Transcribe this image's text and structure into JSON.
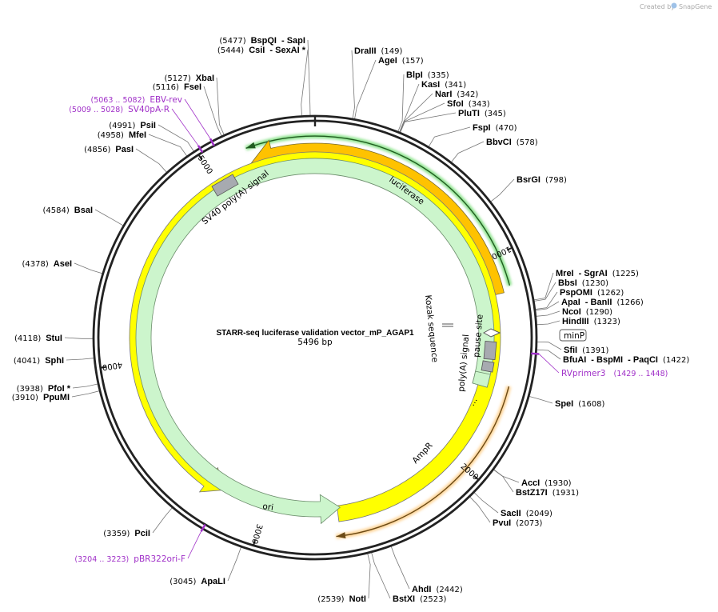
{
  "credit": {
    "prefix": "Created by",
    "brand": "SnapGene"
  },
  "plasmid": {
    "name": "STARR-seq luciferase validation vector_mP_AGAP1",
    "size": "5496 bp",
    "length": 5496
  },
  "colors": {
    "luciferase": "#ffc200",
    "ori": "#ffff00",
    "ampr": "#ccf5cc",
    "gray": "#a7aab0",
    "primer": "#a030c8",
    "green_glow": "#00c000",
    "orange_glow": "#ffb040"
  },
  "ticks": [
    {
      "bp": 1000,
      "label": "1000"
    },
    {
      "bp": 2000,
      "label": "2000"
    },
    {
      "bp": 3000,
      "label": "3000"
    },
    {
      "bp": 4000,
      "label": "4000"
    },
    {
      "bp": 5000,
      "label": "5000"
    }
  ],
  "enzymes": [
    {
      "id": "bspqi",
      "bp": 5477,
      "lines": [
        [
          "(5477)",
          "BspQI",
          "- SapI"
        ]
      ],
      "lead": "r"
    },
    {
      "id": "csii",
      "bp": 5444,
      "lines": [
        [
          "(5444)",
          "CsiI",
          "- SexAI *"
        ]
      ],
      "lead": "r"
    },
    {
      "id": "xbai",
      "bp": 5127,
      "lines": [
        [
          "(5127)",
          "XbaI"
        ]
      ],
      "lead": "r"
    },
    {
      "id": "fsei",
      "bp": 5116,
      "lines": [
        [
          "(5116)",
          "FseI"
        ]
      ],
      "lead": "r"
    },
    {
      "id": "psii",
      "bp": 4991,
      "lines": [
        [
          "(4991)",
          "PsiI"
        ]
      ],
      "lead": "r"
    },
    {
      "id": "mfei",
      "bp": 4958,
      "lines": [
        [
          "(4958)",
          "MfeI"
        ]
      ],
      "lead": "r"
    },
    {
      "id": "pasi",
      "bp": 4856,
      "lines": [
        [
          "(4856)",
          "PasI"
        ]
      ],
      "lead": "r"
    },
    {
      "id": "bsai",
      "bp": 4584,
      "lines": [
        [
          "(4584)",
          "BsaI"
        ]
      ],
      "lead": "r"
    },
    {
      "id": "asei",
      "bp": 4378,
      "lines": [
        [
          "(4378)",
          "AseI"
        ]
      ],
      "lead": "r"
    },
    {
      "id": "stui",
      "bp": 4118,
      "lines": [
        [
          "(4118)",
          "StuI"
        ]
      ],
      "lead": "r"
    },
    {
      "id": "sphi",
      "bp": 4041,
      "lines": [
        [
          "(4041)",
          "SphI"
        ]
      ],
      "lead": "r"
    },
    {
      "id": "pfoi",
      "bp": 3938,
      "lines": [
        [
          "(3938)",
          "PfoI *"
        ]
      ],
      "lead": "r"
    },
    {
      "id": "ppumi",
      "bp": 3910,
      "lines": [
        [
          "(3910)",
          "PpuMI"
        ]
      ],
      "lead": "r"
    },
    {
      "id": "pcii",
      "bp": 3359,
      "lines": [
        [
          "(3359)",
          "PciI"
        ]
      ],
      "lead": "r"
    },
    {
      "id": "apali",
      "bp": 3045,
      "lines": [
        [
          "(3045)",
          "ApaLI"
        ]
      ],
      "lead": "r"
    },
    {
      "id": "noti",
      "bp": 2539,
      "lines": [
        [
          "(2539)",
          "NotI"
        ]
      ],
      "lead": "r"
    },
    {
      "id": "bstxi",
      "bp": 2523,
      "lines": [
        [
          "BstXI",
          "(2523)"
        ]
      ],
      "lead": "l"
    },
    {
      "id": "ahdi",
      "bp": 2442,
      "lines": [
        [
          "AhdI",
          "(2442)"
        ]
      ],
      "lead": "l"
    },
    {
      "id": "pvui",
      "bp": 2073,
      "lines": [
        [
          "PvuI",
          "(2073)"
        ]
      ],
      "lead": "l"
    },
    {
      "id": "sacii",
      "bp": 2049,
      "lines": [
        [
          "SacII",
          "(2049)"
        ]
      ],
      "lead": "l"
    },
    {
      "id": "bstz17i",
      "bp": 1931,
      "lines": [
        [
          "BstZ17I",
          "(1931)"
        ]
      ],
      "lead": "l"
    },
    {
      "id": "acci",
      "bp": 1930,
      "lines": [
        [
          "AccI",
          "(1930)"
        ]
      ],
      "lead": "l"
    },
    {
      "id": "spei",
      "bp": 1608,
      "lines": [
        [
          "SpeI",
          "(1608)"
        ]
      ],
      "lead": "l"
    },
    {
      "id": "bfuai",
      "bp": 1422,
      "lines": [
        [
          "BfuAI",
          "- BspMI",
          "- PaqCI",
          "(1422)"
        ]
      ],
      "lead": "l"
    },
    {
      "id": "sfii",
      "bp": 1391,
      "lines": [
        [
          "SfiI",
          "(1391)"
        ]
      ],
      "lead": "l"
    },
    {
      "id": "hindiii",
      "bp": 1323,
      "lines": [
        [
          "HindIII",
          "(1323)"
        ]
      ],
      "lead": "l"
    },
    {
      "id": "ncoi",
      "bp": 1290,
      "lines": [
        [
          "NcoI",
          "(1290)"
        ]
      ],
      "lead": "l"
    },
    {
      "id": "apai",
      "bp": 1266,
      "lines": [
        [
          "ApaI",
          "- BanII",
          "(1266)"
        ]
      ],
      "lead": "l"
    },
    {
      "id": "pspomi",
      "bp": 1262,
      "lines": [
        [
          "PspOMI",
          "(1262)"
        ]
      ],
      "lead": "l"
    },
    {
      "id": "bbsi",
      "bp": 1230,
      "lines": [
        [
          "BbsI",
          "(1230)"
        ]
      ],
      "lead": "l"
    },
    {
      "id": "srei",
      "bp": 1225,
      "lines": [
        [
          "MreI",
          "- SgrAI",
          "(1225)"
        ]
      ],
      "lead": "l"
    },
    {
      "id": "bsrgi",
      "bp": 798,
      "lines": [
        [
          "BsrGI",
          "(798)"
        ]
      ],
      "lead": "l"
    },
    {
      "id": "bbvci",
      "bp": 578,
      "lines": [
        [
          "BbvCI",
          "(578)"
        ]
      ],
      "lead": "l"
    },
    {
      "id": "fspi",
      "bp": 470,
      "lines": [
        [
          "FspI",
          "(470)"
        ]
      ],
      "lead": "l"
    },
    {
      "id": "plutl",
      "bp": 345,
      "lines": [
        [
          "PluTI",
          "(345)"
        ]
      ],
      "lead": "l"
    },
    {
      "id": "sfoi",
      "bp": 343,
      "lines": [
        [
          "SfoI",
          "(343)"
        ]
      ],
      "lead": "l"
    },
    {
      "id": "nari",
      "bp": 342,
      "lines": [
        [
          "NarI",
          "(342)"
        ]
      ],
      "lead": "l"
    },
    {
      "id": "kasi",
      "bp": 341,
      "lines": [
        [
          "KasI",
          "(341)"
        ]
      ],
      "lead": "l"
    },
    {
      "id": "blpi",
      "bp": 335,
      "lines": [
        [
          "BlpI",
          "(335)"
        ]
      ],
      "lead": "l"
    },
    {
      "id": "agei",
      "bp": 157,
      "lines": [
        [
          "AgeI",
          "(157)"
        ]
      ],
      "lead": "l"
    },
    {
      "id": "draiii",
      "bp": 149,
      "lines": [
        [
          "DraIII",
          "(149)"
        ]
      ],
      "lead": "l"
    }
  ],
  "primers": [
    {
      "id": "ebv-rev",
      "name": "EBV-rev",
      "range": "(5063 .. 5082)",
      "bp": 5072
    },
    {
      "id": "sv40pa-r",
      "name": "SV40pA-R",
      "range": "(5009 .. 5028)",
      "bp": 5018
    },
    {
      "id": "rvprimer3",
      "name": "RVprimer3",
      "range": "(1429 .. 1448)",
      "bp": 1438
    },
    {
      "id": "pbr322ori-f",
      "name": "pBR322ori-F",
      "range": "(3204 .. 3223)",
      "bp": 3213
    }
  ],
  "features": [
    {
      "id": "luciferase",
      "label": "luciferase",
      "start": 1170,
      "end": 5180,
      "direction": "reverse"
    },
    {
      "id": "ampr",
      "label": "AmpR",
      "start": 2620,
      "end": 1620,
      "direction": "reverse"
    },
    {
      "id": "ori",
      "label": "ori",
      "start": 2640,
      "end": 3230,
      "direction": "reverse"
    },
    {
      "id": "minp",
      "label": "minP"
    },
    {
      "id": "pause-site",
      "label": "pause site"
    },
    {
      "id": "polya-signal",
      "label": "poly(A) signal"
    },
    {
      "id": "kozak",
      "label": "Kozak sequence"
    },
    {
      "id": "sv40-polya",
      "label": "SV40 poly(A) signal"
    },
    {
      "id": "ampr-promoter",
      "label": "..."
    }
  ]
}
